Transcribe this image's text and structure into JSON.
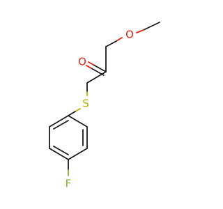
{
  "molecule": {
    "atoms": {
      "oxygen_ether": "O",
      "oxygen_carbonyl": "O",
      "sulfur": "S",
      "fluorine": "F"
    },
    "colors": {
      "bond": "#1a1a1a",
      "oxygen": "#e8220f",
      "sulfur": "#b8b000",
      "fluorine": "#7db12f"
    }
  }
}
